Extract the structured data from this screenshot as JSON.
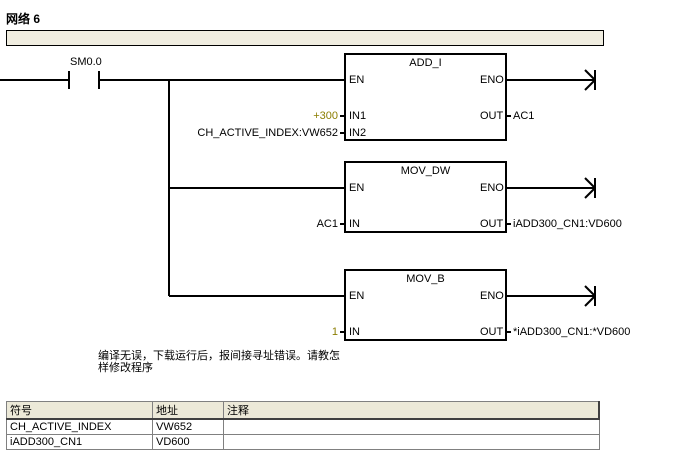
{
  "network": {
    "title": "网络 6",
    "comment": ""
  },
  "contact": {
    "label": "SM0.0"
  },
  "blocks": [
    {
      "name": "ADD_I",
      "en": "EN",
      "eno": "ENO",
      "inputs": [
        {
          "pin": "IN1",
          "value": "+300",
          "const": true
        },
        {
          "pin": "IN2",
          "value": "CH_ACTIVE_INDEX:VW652",
          "const": false
        }
      ],
      "out_pin": "OUT",
      "out_value": "AC1"
    },
    {
      "name": "MOV_DW",
      "en": "EN",
      "eno": "ENO",
      "inputs": [
        {
          "pin": "IN",
          "value": "AC1",
          "const": false
        }
      ],
      "out_pin": "OUT",
      "out_value": "iADD300_CN1:VD600"
    },
    {
      "name": "MOV_B",
      "en": "EN",
      "eno": "ENO",
      "inputs": [
        {
          "pin": "IN",
          "value": "1",
          "const": true
        }
      ],
      "out_pin": "OUT",
      "out_value": "*iADD300_CN1:*VD600"
    }
  ],
  "note": "编译无误，下载运行后，报间接寻址错误。请教怎样修改程序",
  "symbol_table": {
    "headers": [
      "符号",
      "地址",
      "注释"
    ],
    "rows": [
      [
        "CH_ACTIVE_INDEX",
        "VW652",
        ""
      ],
      [
        "iADD300_CN1",
        "VD600",
        ""
      ]
    ]
  },
  "colors": {
    "constant": "#8b7d00",
    "comment_bar": "#f0ede0",
    "table_header": "#ece9d8"
  }
}
